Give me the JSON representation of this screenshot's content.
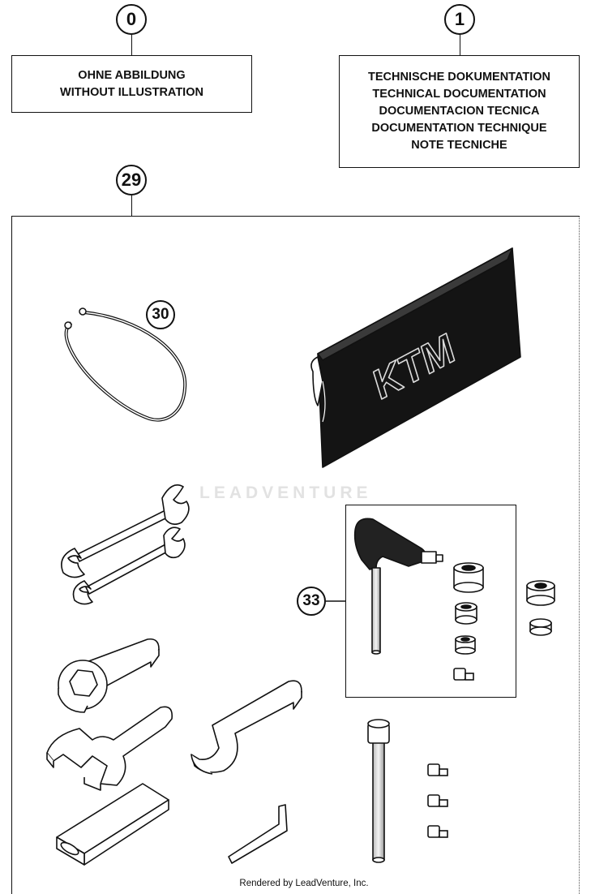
{
  "callouts": {
    "c0": "0",
    "c1": "1",
    "c29": "29",
    "c30": "30",
    "c33": "33"
  },
  "box_without_illustration": {
    "line1": "OHNE ABBILDUNG",
    "line2": "WITHOUT ILLUSTRATION"
  },
  "box_documentation": {
    "line1": "TECHNISCHE DOKUMENTATION",
    "line2": "TECHNICAL DOCUMENTATION",
    "line3": "DOCUMENTACION TECNICA",
    "line4": "DOCUMENTATION TECHNIQUE",
    "line5": "NOTE TECNICHE"
  },
  "bag_logo": "KTM",
  "watermark": "LEADVENTURE",
  "footer": "Rendered by LeadVenture, Inc."
}
